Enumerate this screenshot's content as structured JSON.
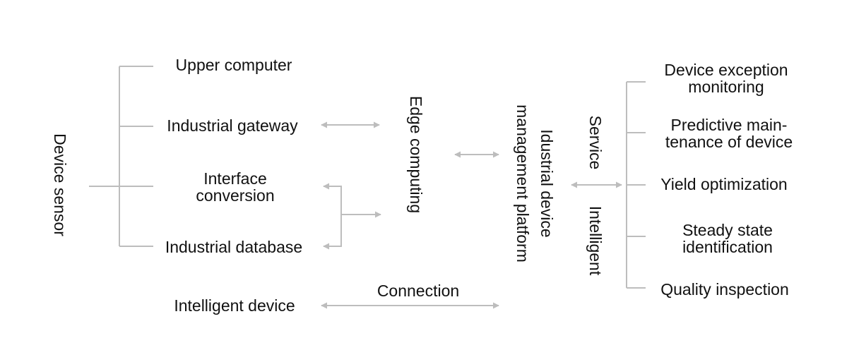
{
  "colors": {
    "line": "#bdbdbd",
    "text": "#111111",
    "background": "#ffffff"
  },
  "sensor": {
    "label": "Device sensor",
    "items": {
      "upper_computer": "Upper computer",
      "industrial_gateway": "Industrial gateway",
      "interface_conversion": [
        "Interface",
        "conversion"
      ],
      "industrial_database": "Industrial database"
    }
  },
  "intelligent_device": "Intelligent device",
  "connection": "Connection",
  "edge_computing": "Edge computing",
  "platform": [
    "Idustrial device",
    "management platform"
  ],
  "service": "Service",
  "intelligent": "Intelligent",
  "services": {
    "device_exception": [
      "Device exception",
      "monitoring"
    ],
    "predictive_maintenance": [
      "Predictive main-",
      "tenance of device"
    ],
    "yield_optimization": "Yield optimization",
    "steady_state": [
      "Steady state",
      "identification"
    ],
    "quality_inspection": "Quality inspection"
  }
}
